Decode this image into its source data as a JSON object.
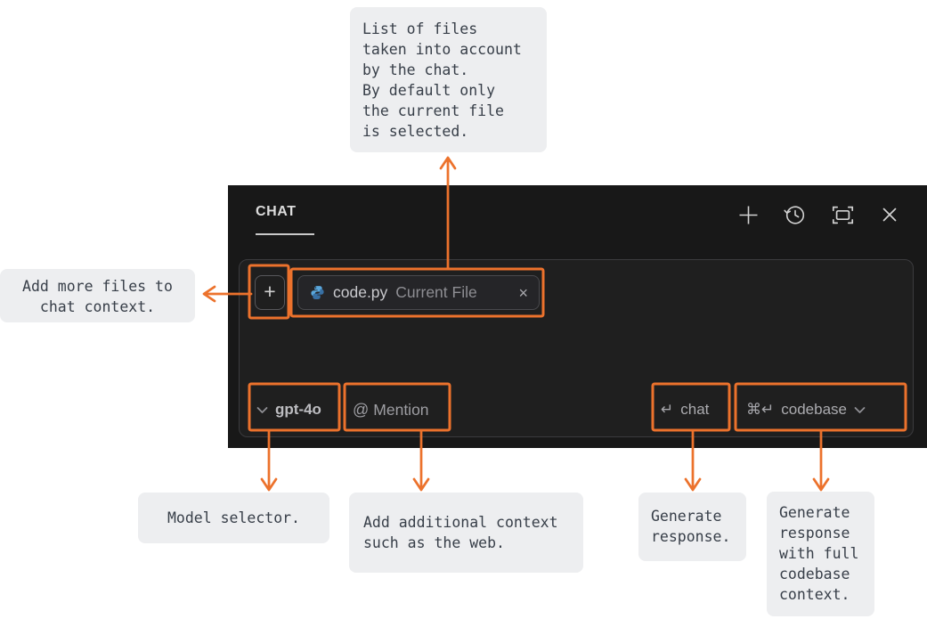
{
  "annotations": {
    "files_note": {
      "lines": [
        "List of files",
        "taken into account",
        "by the chat.",
        "By default only",
        "the current file",
        "is selected."
      ]
    },
    "add_files_note": {
      "lines": [
        "Add more files to",
        "chat context."
      ]
    },
    "model_note": {
      "lines": [
        "Model selector."
      ]
    },
    "context_note": {
      "lines": [
        "Add additional context",
        "such as the web."
      ]
    },
    "generate_note": {
      "lines": [
        "Generate",
        "response."
      ]
    },
    "codebase_note": {
      "lines": [
        "Generate",
        "response",
        "with full",
        "codebase",
        "context."
      ]
    }
  },
  "panel": {
    "title": "CHAT",
    "header_icons": [
      "new-chat-icon",
      "history-icon",
      "maximize-icon",
      "close-icon"
    ],
    "add_button_label": "+",
    "context_chip": {
      "file": "code.py",
      "badge": "Current File",
      "close_label": "×",
      "icon": "python-file-icon"
    },
    "model_selector": {
      "label": "gpt-4o"
    },
    "mention_button": {
      "symbol": "@",
      "label": "Mention"
    },
    "chat_button": {
      "key_hint": "↵",
      "label": "chat"
    },
    "codebase_button": {
      "key_hint": "⌘↵",
      "label": "codebase"
    }
  },
  "colors": {
    "annotation_accent": "#EC722C",
    "note_background": "#EDEEF0",
    "note_text": "#373E48",
    "panel_background": "#181818"
  }
}
